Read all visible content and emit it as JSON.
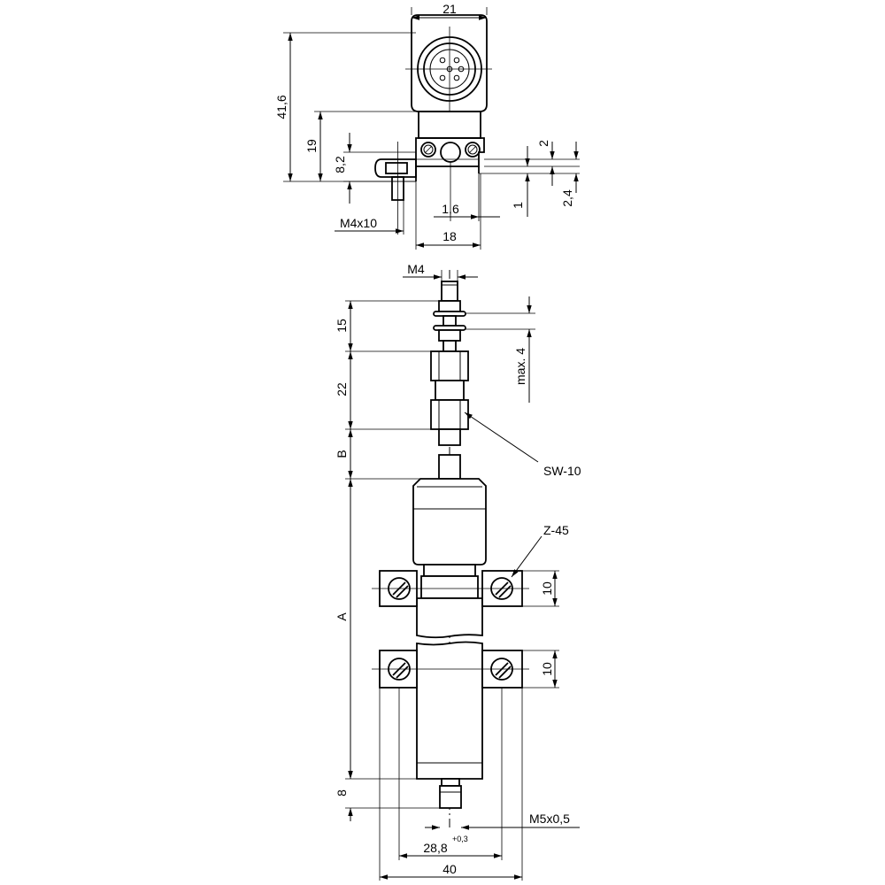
{
  "top_view": {
    "dims": {
      "width_top": "21",
      "height_total": "41,6",
      "height_body": "19",
      "height_bracket": "8,2",
      "right_gap": "2",
      "right_bottom": "2,4",
      "right_one": "1",
      "offset": "1,6",
      "thread": "M4x10",
      "width_bottom": "18"
    }
  },
  "side_view": {
    "dims": {
      "thread_top": "M4",
      "len_15": "15",
      "len_22": "22",
      "len_b": "B",
      "len_a": "A",
      "len_8": "8",
      "max4": "max. 4",
      "wrench": "SW-10",
      "clamp": "Z-45",
      "clamp_h1": "10",
      "clamp_h2": "10",
      "thread_bottom": "M5x0,5",
      "spacing": "28,8",
      "spacing_tol": "+0,3",
      "width": "40"
    }
  }
}
